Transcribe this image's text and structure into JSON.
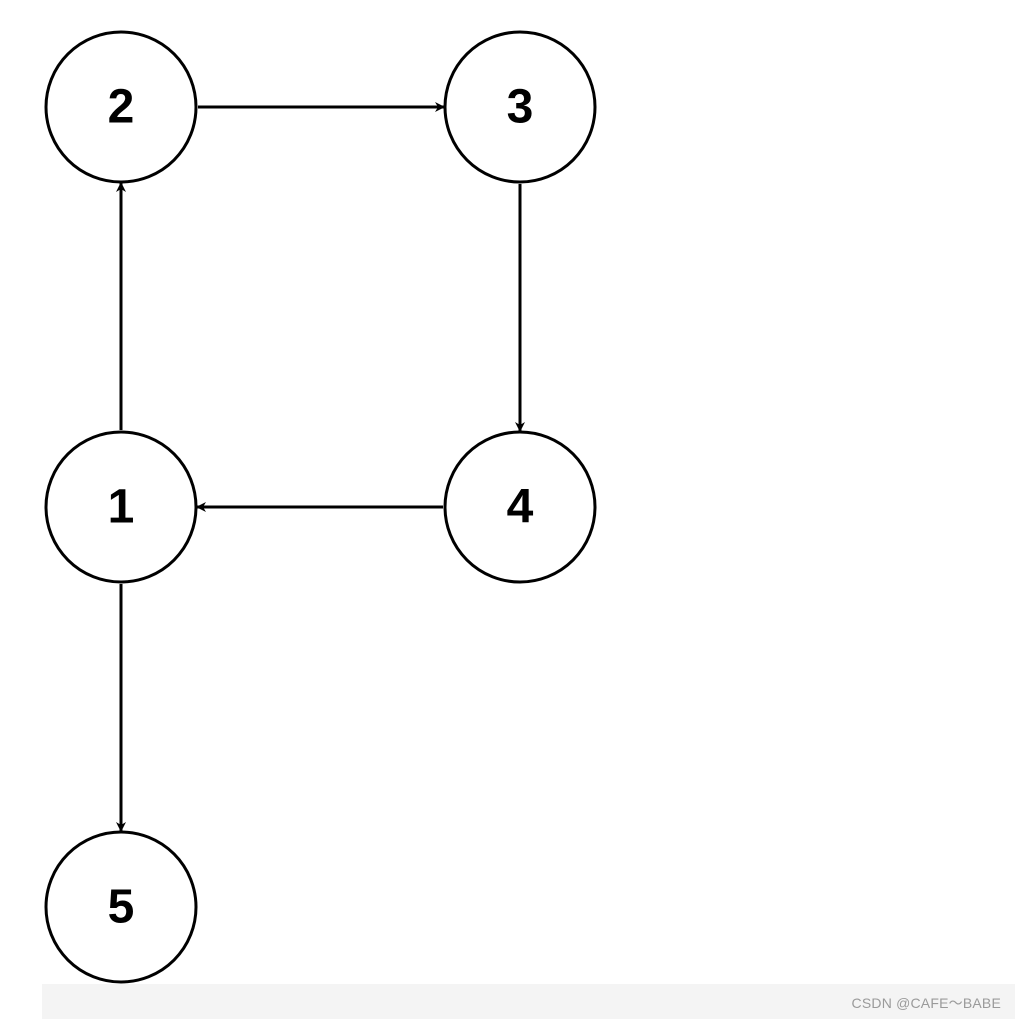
{
  "diagram": {
    "nodes": [
      {
        "id": "1",
        "label": "1"
      },
      {
        "id": "2",
        "label": "2"
      },
      {
        "id": "3",
        "label": "3"
      },
      {
        "id": "4",
        "label": "4"
      },
      {
        "id": "5",
        "label": "5"
      }
    ],
    "edges": [
      {
        "from": "1",
        "to": "2"
      },
      {
        "from": "2",
        "to": "3"
      },
      {
        "from": "3",
        "to": "4"
      },
      {
        "from": "4",
        "to": "1"
      },
      {
        "from": "1",
        "to": "5"
      }
    ],
    "colors": {
      "stroke": "#000000",
      "fill": "#ffffff"
    }
  },
  "watermark": {
    "text": "CSDN @CAFE～BABE"
  }
}
